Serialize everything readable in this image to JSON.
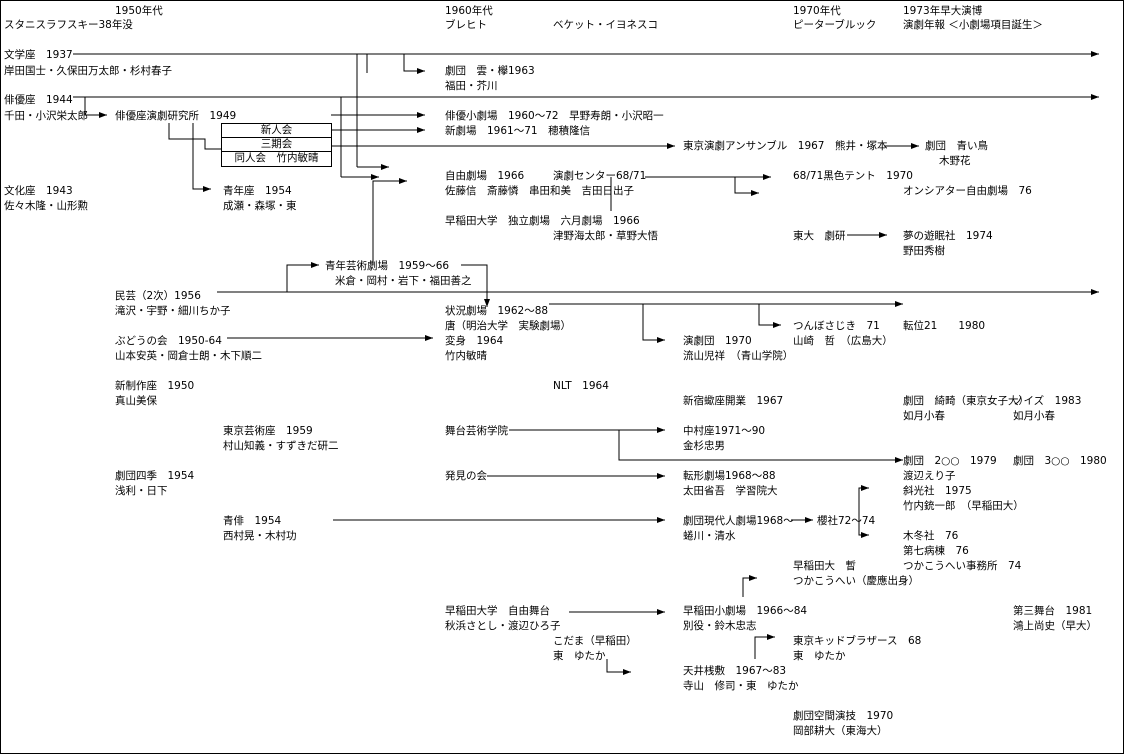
{
  "header": {
    "era_1950": "1950年代",
    "stanislavsky": "スタニスラフスキー38年没",
    "era_1960": "1960年代",
    "brecht": "ブレヒト",
    "beckett": "ベケット・イヨネスコ",
    "era_1970": "1970年代",
    "brook": "ピーターブルック",
    "waseda_expo": "1973年早大演博",
    "almanac": "演劇年報 ＜小劇場項目誕生＞"
  },
  "nodes": {
    "bungakuza_1": "文学座　1937",
    "bungakuza_2": "岸田国士・久保田万太郎・杉村春子",
    "kumo_1": "劇団　雲・欅1963",
    "kumo_2": "福田・芥川",
    "haiyuza_1": "俳優座　1944",
    "haiyuza_2": "千田・小沢栄太郎",
    "haiyuza_school": "俳優座演劇研究所　1949",
    "shinjinkai": "新人会",
    "sankikai": "三期会",
    "doujinkai": "同人会　竹内敏晴",
    "haiyu_shogekijo": "俳優小劇場　1960～72　早野寿朗・小沢昭一",
    "shingekijo": "新劇場　1961～71　穂積隆信",
    "tokyo_ensemble": "東京演劇アンサンブル　1967　熊井・塚本",
    "aoitori_1": "劇団　青い鳥",
    "aoitori_2": "木野花",
    "jiyugekijo_1": "自由劇場　1966",
    "jiyugekijo_2": "佐藤信　斎藤憐　串田和美　吉田日出子",
    "engeki_center": "演劇センター68/71",
    "kokushoku_tent": "68/71黒色テント　1970",
    "on_theatre": "オンシアター自由劇場　76",
    "bunkaza_1": "文化座　1943",
    "bunkaza_2": "佐々木隆・山形勲",
    "seinenza_1": "青年座　1954",
    "seinenza_2": "成瀬・森塚・東",
    "waseda_dokuritsu": "早稲田大学　独立劇場　六月劇場　1966",
    "tsuno_akiyama": "津野海太郎・草野大悟",
    "todai_gekiken": "東大　劇研",
    "yume_yuminsha_1": "夢の遊眠社　1974",
    "yume_yuminsha_2": "野田秀樹",
    "seinen_geijutsu_1": "青年芸術劇場　1959～66",
    "seinen_geijutsu_2": "米倉・岡村・岩下・福田善之",
    "mingei_1": "民芸（2次）1956",
    "mingei_2": "滝沢・宇野・細川ちか子",
    "jokyo_1": "状況劇場　1962～88",
    "jokyo_2": "唐（明治大学　実験劇場）",
    "tsunpo_1": "つんぼさじき　71",
    "tsunpo_2": "山崎　哲　（広島大）",
    "teni21": "転位21　　1980",
    "budounokai_1": "ぶどうの会　1950-64",
    "budounokai_2": "山本安英・岡倉士朗・木下順二",
    "henshin_1": "変身　1964",
    "henshin_2": "竹内敏晴",
    "engekidan_1": "演劇団　1970",
    "engekidan_2": "流山児祥　（青山学院）",
    "shinseisakuza_1": "新制作座　1950",
    "shinseisakuza_2": "真山美保",
    "nlt": "NLT　1964",
    "shinjuku_bunka": "新宿蠍座開業　1967",
    "kaimei_1": "劇団　綺畸（東京女子大）",
    "kaimei_2": "如月小春",
    "noise_1": "ノイズ　1983",
    "noise_2": "如月小春",
    "tokyo_geijutsuza_1": "東京芸術座　1959",
    "tokyo_geijutsuza_2": "村山知義・すずきだ研二",
    "butai_geijutsu": "舞台芸術学院",
    "nakamuraza_1": "中村座1971～90",
    "nakamuraza_2": "金杉忠男",
    "gekidan_200": "劇団　2○○　1979",
    "gekidan_300": "劇団　3○○　1980",
    "watanabe_eriko": "渡辺えり子",
    "shiki_1": "劇団四季　1954",
    "shiki_2": "浅利・日下",
    "hakken_no_kai": "発見の会",
    "tenkei_1": "転形劇場1968～88",
    "tenkei_2": "太田省吾　学習院大",
    "shakousha": "斜光社　1975",
    "takeuchi_juichiro": "竹内銃一郎　（早稲田大）",
    "haiyuza2_1": "青俳　1954",
    "haiyuza2_2": "西村晃・木村功",
    "gendaijin_1": "劇団現代人劇場1968～",
    "gendaijin_2": "蜷川・清水",
    "sakurasha": "櫻社72～74",
    "mokutosha": "木冬社　76",
    "dainana_byoto": "第七病棟　76",
    "waseda_chika_1": "早稲田大　暫",
    "tsuka_jimusho": "つかこうへい事務所　74",
    "tsuka_2": "つかこうへい（慶應出身）",
    "waseda_jiyu_1": "早稲田大学　自由舞台",
    "waseda_jiyu_2": "秋浜さとし・渡辺ひろ子",
    "waseda_sho_1": "早稲田小劇場　1966～84",
    "waseda_sho_2": "別役・鈴木忠志",
    "daisan_butai_1": "第三舞台　1981",
    "daisan_butai_2": "鴻上尚史（早大）",
    "kodama_1": "こだま（早稲田）",
    "kodama_2": "東　ゆたか",
    "tokyo_kid_1": "東京キッドブラザース　68",
    "tokyo_kid_2": "東　ゆたか",
    "tenjo_1": "天井桟敷　1967～83",
    "tenjo_2": "寺山　修司・東　ゆたか",
    "kuukan_1": "劇団空間演技　1970",
    "kuukan_2": "岡部耕大（東海大）"
  }
}
